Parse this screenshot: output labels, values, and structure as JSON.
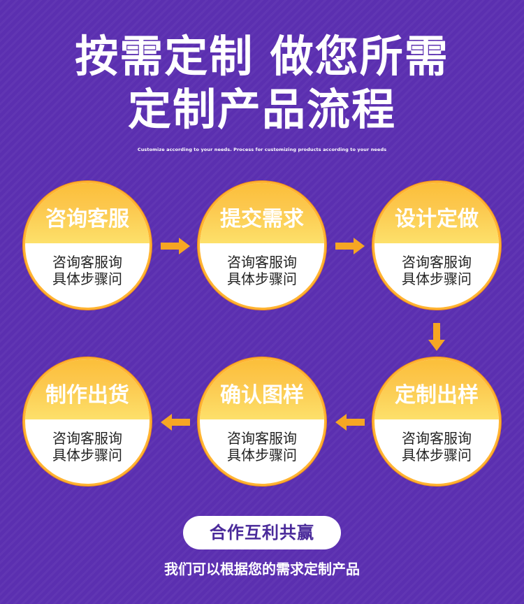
{
  "header": {
    "title_line1": "按需定制 做您所需",
    "title_line2": "定制产品流程",
    "subtitle": "Customize according to your needs. Process for customizing products according to your needs"
  },
  "steps": [
    {
      "label": "咨询客服",
      "desc_line1": "咨询客服询",
      "desc_line2": "具体步骤问"
    },
    {
      "label": "提交需求",
      "desc_line1": "咨询客服询",
      "desc_line2": "具体步骤问"
    },
    {
      "label": "设计定做",
      "desc_line1": "咨询客服询",
      "desc_line2": "具体步骤问"
    },
    {
      "label": "定制出样",
      "desc_line1": "咨询客服询",
      "desc_line2": "具体步骤问"
    },
    {
      "label": "确认图样",
      "desc_line1": "咨询客服询",
      "desc_line2": "具体步骤问"
    },
    {
      "label": "制作出货",
      "desc_line1": "咨询客服询",
      "desc_line2": "具体步骤问"
    }
  ],
  "badge": {
    "label": "合作互利共赢"
  },
  "footer": {
    "text": "我们可以根据您的需求定制产品"
  },
  "colors": {
    "background": "#5b2fb0",
    "circle_top": "#fcc84e",
    "circle_ring": "#f28d1a",
    "arrow": "#f6a623",
    "text_dark": "#222222",
    "badge_text": "#4a2a9a"
  },
  "icons": {
    "flow_arrow": "arrow-icon"
  }
}
